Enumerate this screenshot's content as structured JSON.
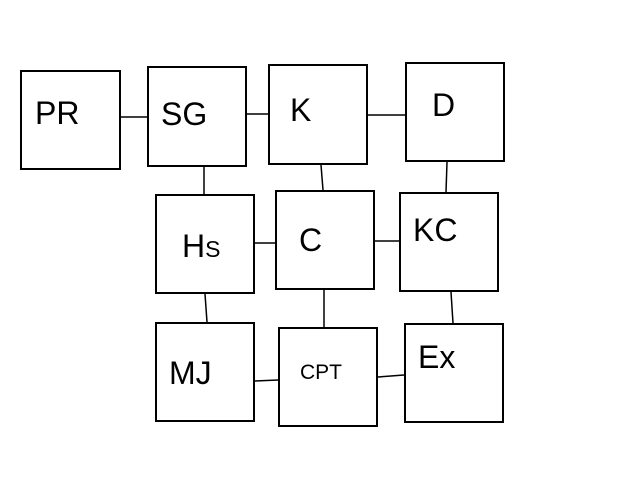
{
  "nodes": [
    {
      "id": "pr",
      "label": "PR"
    },
    {
      "id": "sg",
      "label": "SG"
    },
    {
      "id": "k",
      "label": "K"
    },
    {
      "id": "d",
      "label": "D"
    },
    {
      "id": "hs",
      "label_main": "H",
      "label_small": "S"
    },
    {
      "id": "c",
      "label": "C"
    },
    {
      "id": "kc",
      "label": "KC"
    },
    {
      "id": "mj",
      "label": "MJ"
    },
    {
      "id": "cpt",
      "label": "CPT"
    },
    {
      "id": "ex",
      "label": "Ex"
    }
  ],
  "edges": [
    [
      "pr",
      "sg"
    ],
    [
      "sg",
      "k"
    ],
    [
      "k",
      "d"
    ],
    [
      "sg",
      "hs"
    ],
    [
      "k",
      "c"
    ],
    [
      "d",
      "kc"
    ],
    [
      "hs",
      "c"
    ],
    [
      "c",
      "kc"
    ],
    [
      "hs",
      "mj"
    ],
    [
      "c",
      "cpt"
    ],
    [
      "kc",
      "ex"
    ],
    [
      "mj",
      "cpt"
    ],
    [
      "cpt",
      "ex"
    ]
  ],
  "colors": {
    "stroke": "#000000",
    "fill": "#ffffff",
    "text": "#000000"
  }
}
